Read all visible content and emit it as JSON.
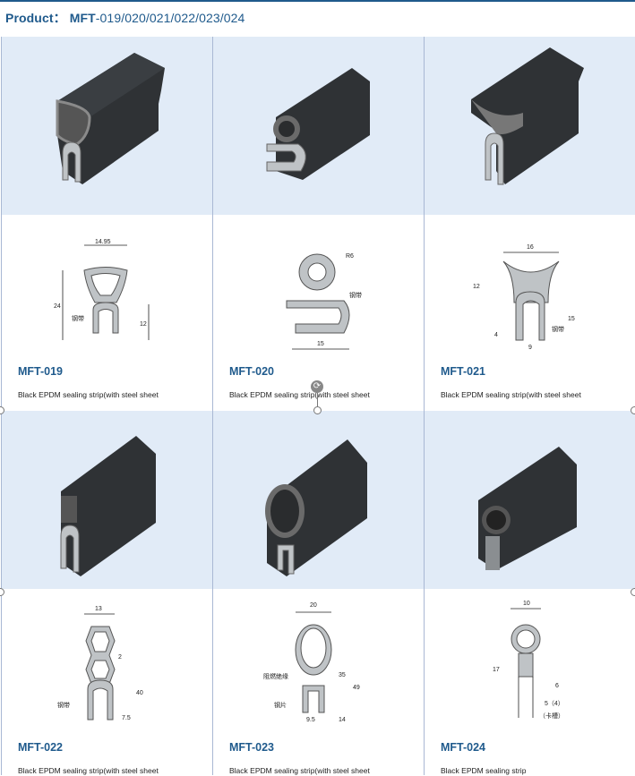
{
  "header": {
    "label": "Product：",
    "code_prefix": "MFT",
    "code_suffix": "-019/020/021/022/023/024"
  },
  "colors": {
    "accent": "#1f5a8c",
    "photo_bg": "#e1ebf7",
    "grid_line": "#a9b8d4",
    "rubber": "#2b2e31",
    "profile_fill": "#bfc3c6"
  },
  "products": [
    {
      "title": "MFT-019",
      "description": "Black EPDM sealing strip(with steel sheet",
      "drawing": {
        "dims": [
          "14.95",
          "24",
          "12"
        ],
        "callout": "钢带"
      }
    },
    {
      "title": "MFT-020",
      "description": "Black EPDM sealing strip(with steel sheet",
      "drawing": {
        "dims": [
          "R6",
          "15"
        ],
        "callout": "钢带"
      }
    },
    {
      "title": "MFT-021",
      "description": "Black EPDM sealing strip(with steel sheet",
      "drawing": {
        "dims": [
          "16",
          "12",
          "15",
          "4",
          "9"
        ],
        "callout": "钢带"
      }
    },
    {
      "title": "MFT-022",
      "description": "Black EPDM sealing strip(with steel sheet",
      "drawing": {
        "dims": [
          "13",
          "2",
          "40",
          "7.5"
        ],
        "callout": "钢带"
      }
    },
    {
      "title": "MFT-023",
      "description": "Black EPDM sealing strip(with steel sheet",
      "drawing": {
        "dims": [
          "20",
          "35",
          "49",
          "9.5",
          "14"
        ],
        "callout": "钢片",
        "callout2": "阻燃绝缘"
      }
    },
    {
      "title": "MFT-024",
      "description": "Black EPDM sealing strip",
      "drawing": {
        "dims": [
          "10",
          "17",
          "6",
          "5（4）"
        ],
        "callout": "（卡槽）"
      }
    }
  ]
}
